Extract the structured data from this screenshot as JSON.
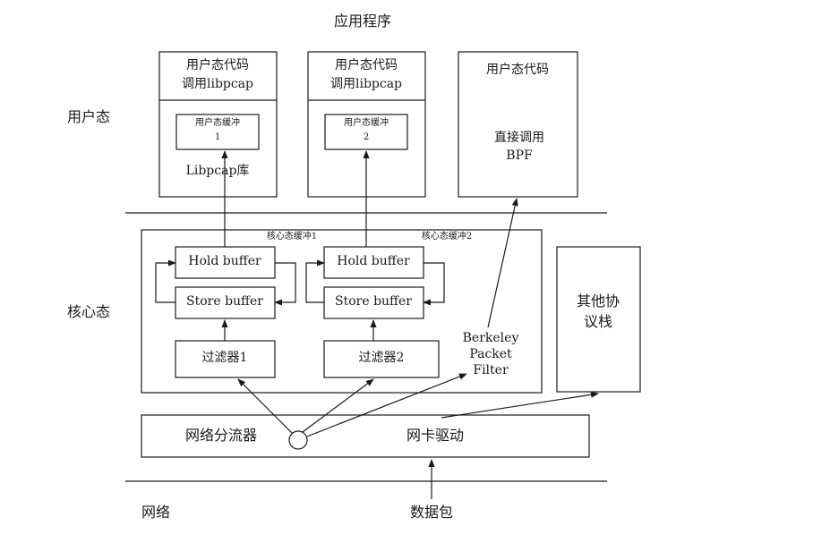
{
  "title": "应用程序",
  "layers": {
    "user": "用户态",
    "kernel": "核心态",
    "network": "网络"
  },
  "app1": {
    "code_line1": "用户态代码",
    "code_line2": "调用libpcap",
    "buffer_line1": "用户态缓冲",
    "buffer_line2": "1",
    "lib": "Libpcap库"
  },
  "app2": {
    "code_line1": "用户态代码",
    "code_line2": "调用libpcap",
    "buffer_line1": "用户态缓冲",
    "buffer_line2": "2"
  },
  "app3": {
    "code": "用户态代码",
    "call_line1": "直接调用",
    "call_line2": "BPF"
  },
  "kernel": {
    "buffer1_label": "核心态缓冲1",
    "buffer2_label": "核心态缓冲2",
    "hold": "Hold buffer",
    "store": "Store buffer",
    "filter1": "过滤器1",
    "filter2": "过滤器2",
    "bpf_line1": "Berkeley",
    "bpf_line2": "Packet",
    "bpf_line3": "Filter",
    "other_line1": "其他协",
    "other_line2": "议栈"
  },
  "driver": {
    "splitter": "网络分流器",
    "nic": "网卡驱动"
  },
  "packets": "数据包"
}
